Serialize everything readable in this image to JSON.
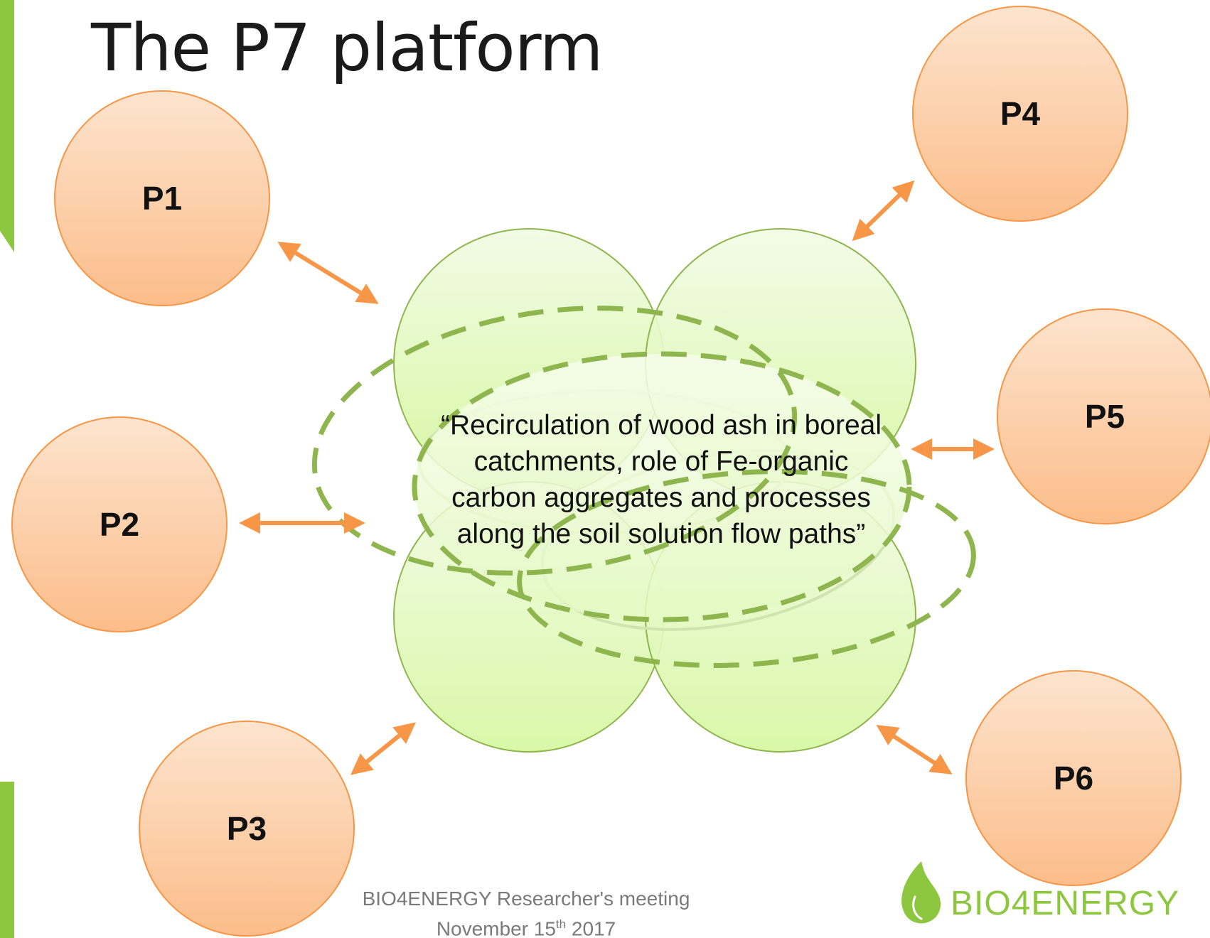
{
  "slide": {
    "title": "The P7 platform",
    "center_text": "“Recirculation of wood ash in boreal catchments, role of Fe-organic carbon aggregates and processes along the soil solution flow paths”",
    "partners": [
      "P1",
      "P2",
      "P3",
      "P4",
      "P5",
      "P6"
    ],
    "footer": {
      "line1": "BIO4ENERGY Researcher's meeting",
      "line2_prefix": "November 15",
      "line2_sup": "th",
      "line2_suffix": " 2017"
    },
    "logo": {
      "text": "BIO4ENERGY"
    }
  },
  "colors": {
    "accent_green": "#8dc63f",
    "partner_fill_top": "#fde3cc",
    "partner_fill_bottom": "#fbbf8c",
    "partner_stroke": "#f79646",
    "arrow": "#f79646",
    "center_fill_top": "#f1fbe3",
    "center_fill_bottom": "#d9f9a6",
    "center_stroke": "#8fb64e",
    "dashed": "#8fb64e"
  }
}
